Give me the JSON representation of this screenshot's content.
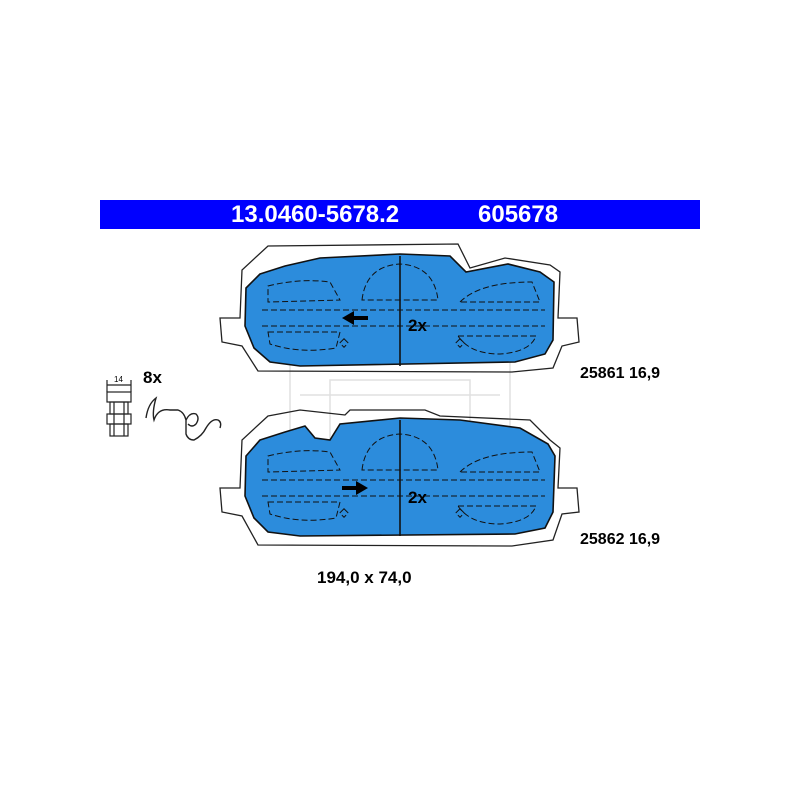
{
  "header": {
    "part_number": "13.0460-5678.2",
    "article_number": "605678"
  },
  "upper_pad": {
    "quantity": "2x",
    "code": "25861 16,9"
  },
  "lower_pad": {
    "quantity": "2x",
    "code": "25862 16,9"
  },
  "clip": {
    "quantity": "8x",
    "width_label": "14"
  },
  "dimensions": "194,0 x 74,0",
  "colors": {
    "accent": "#0000ff",
    "pad_fill": "#2c8cdc"
  }
}
